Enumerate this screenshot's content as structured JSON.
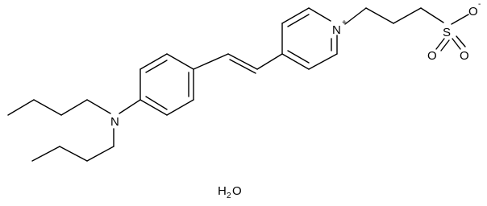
{
  "structure": {
    "labels": {
      "nitrogen_amine": "N",
      "nitrogen_pyridinium": "N",
      "pyridinium_charge": "+",
      "sulfur": "S",
      "oxygen_top": "O",
      "oxygen_top_charge": "-",
      "oxygen_left": "O",
      "oxygen_right": "O"
    },
    "water": {
      "h": "H",
      "two": "2",
      "o": "O"
    }
  }
}
